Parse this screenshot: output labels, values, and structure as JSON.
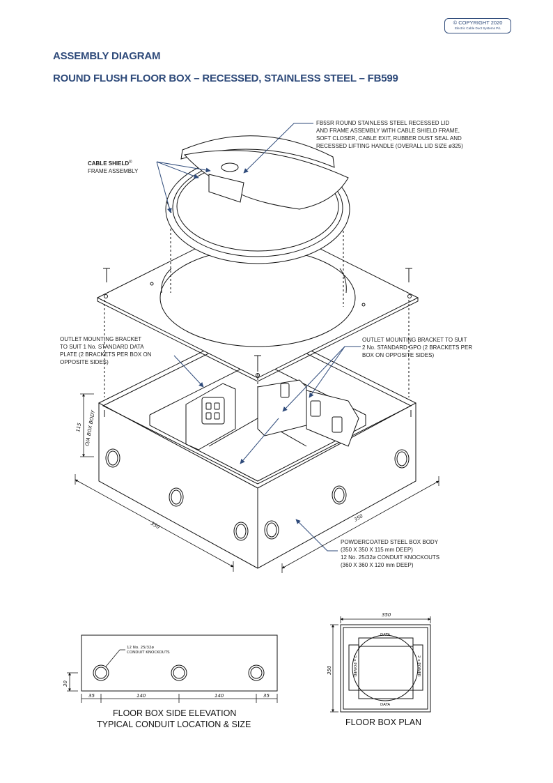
{
  "copyright": {
    "line1": "© COPYRIGHT 2020",
    "line2": "Electric Cable Duct Systems P/L"
  },
  "header": {
    "title": "ASSEMBLY DIAGRAM",
    "subtitle": "ROUND FLUSH FLOOR BOX – RECESSED, STAINLESS STEEL – FB599"
  },
  "callouts": {
    "lid": [
      "FB5SR ROUND STAINLESS STEEL RECESSED LID",
      "AND FRAME ASSEMBLY WITH CABLE SHIELD FRAME,",
      "SOFT CLOSER, CABLE EXIT, RUBBER DUST SEAL AND",
      "RECESSED LIFTING HANDLE (OVERALL LID SIZE ø325)"
    ],
    "cable_shield_title": "CABLE SHIELD",
    "cable_shield_reg": "®",
    "cable_shield_sub": "FRAME ASSEMBLY",
    "data_bracket": [
      "OUTLET MOUNTING BRACKET",
      "TO SUIT 1 No.  STANDARD DATA",
      "PLATE (2 BRACKETS PER BOX ON",
      "OPPOSITE SIDES)"
    ],
    "gpo_bracket": [
      "OUTLET MOUNTING BRACKET TO SUIT",
      "2 No.  STANDARD GPO (2 BRACKETS PER",
      "BOX ON OPPOSITE SIDES)"
    ],
    "box_body": [
      "POWDERCOATED STEEL BOX BODY",
      "(350 X 350 X 115 mm DEEP)",
      "12 No. 25/32ø CONDUIT KNOCKOUTS",
      "(360 X 360 X 120 mm DEEP)"
    ]
  },
  "dimensions": {
    "depth": "115",
    "depth_label": "O/A BOX BODY",
    "width_left": "350",
    "width_right": "350",
    "elev_height": "30",
    "elev_segments": [
      "35",
      "140",
      "140",
      "35"
    ],
    "elev_note": [
      "12 No.  25/32ø",
      "CONDUIT  KNOCKOUTS"
    ],
    "plan_width": "350",
    "plan_height": "350"
  },
  "plan_labels": {
    "top": "DATA",
    "bottom": "DATA",
    "left": "2 x POWER",
    "right": "2 x POWER"
  },
  "captions": {
    "elevation": [
      "FLOOR BOX SIDE ELEVATION",
      "TYPICAL CONDUIT LOCATION & SIZE"
    ],
    "plan": "FLOOR BOX PLAN"
  },
  "colors": {
    "heading": "#2e4a7a",
    "line": "#111111"
  }
}
